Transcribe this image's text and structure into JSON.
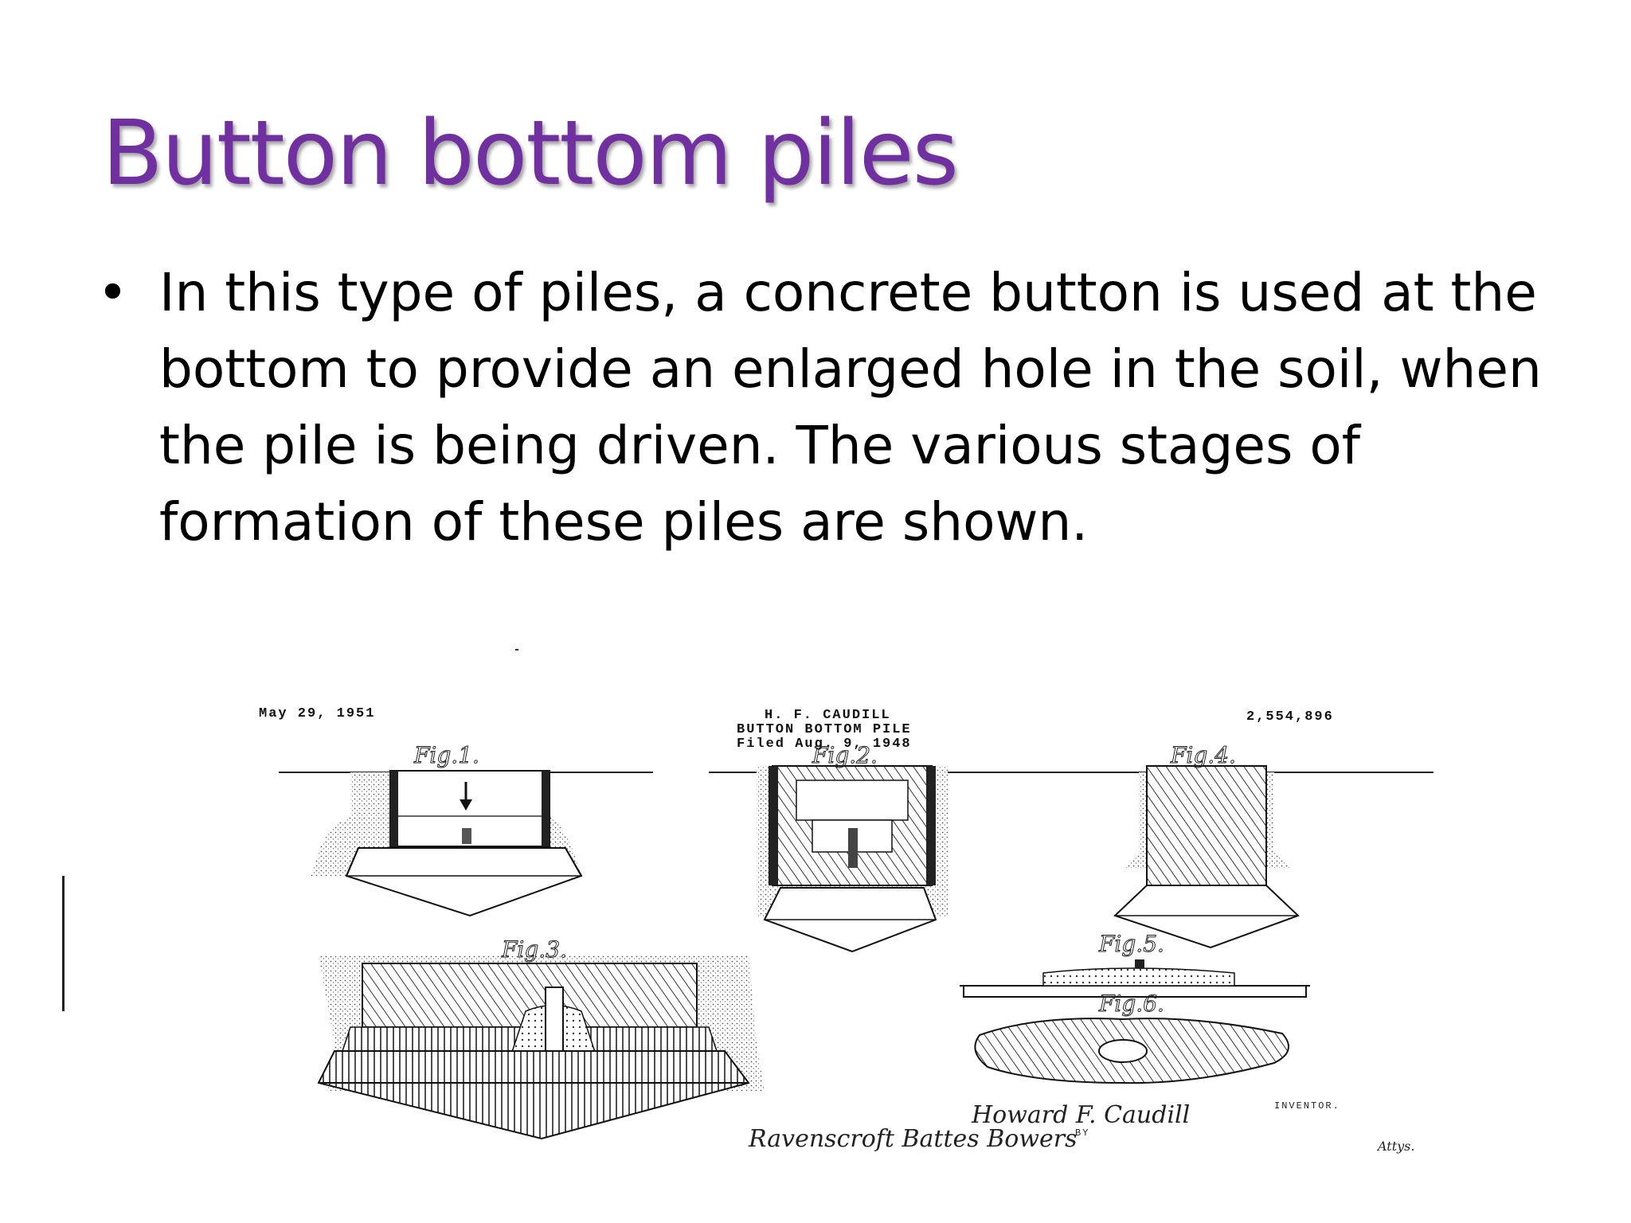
{
  "slide": {
    "title": "Button bottom piles",
    "bullets": [
      {
        "marker": "•",
        "text": "In this type of piles, a concrete button is used at the bottom to provide an enlarged hole in the soil, when the pile is being driven. The various stages of formation of these piles are shown."
      }
    ]
  },
  "patent_drawing": {
    "date": "May 29, 1951",
    "inventor_name": "H. F. CAUDILL",
    "invention_title": "BUTTON BOTTOM PILE",
    "filed": "Filed Aug. 9, 1948",
    "patent_number": "2,554,896",
    "figures": [
      "Fig.1.",
      "Fig.2.",
      "Fig.4.",
      "Fig.3.",
      "Fig.5.",
      "Fig.6."
    ],
    "inventor_label": "INVENTOR.",
    "inventor_signature": "Howard F. Caudill",
    "by_label": "BY",
    "attorneys_signature": "Ravenscroft Battes Bowers",
    "attorneys_label": "Attys."
  },
  "colors": {
    "title": "#7030a0",
    "body_text": "#000000",
    "background": "#ffffff"
  }
}
